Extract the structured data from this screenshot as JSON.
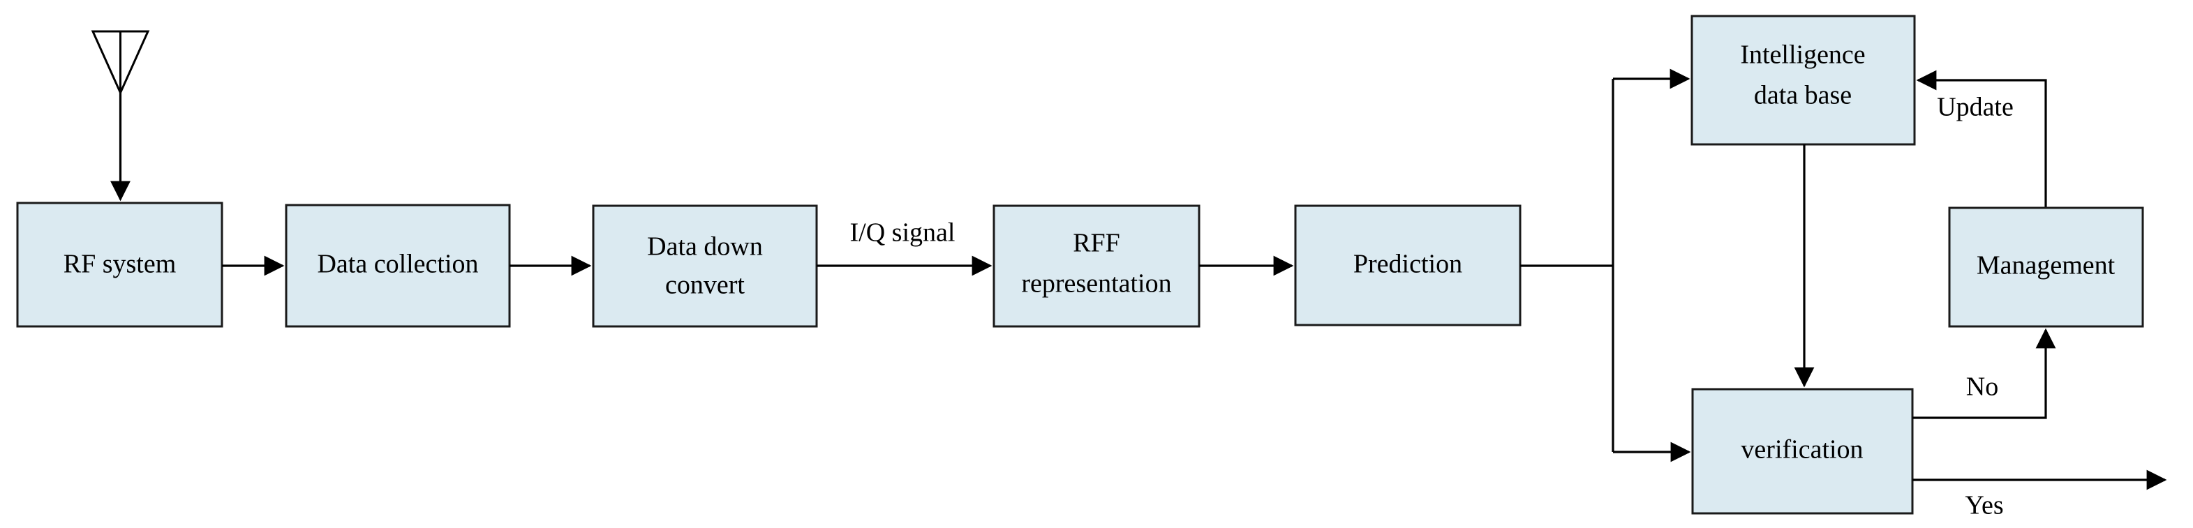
{
  "diagram": {
    "title": "RF fingerprint identification system flow",
    "colors": {
      "box_fill": "#dbeaf1",
      "box_stroke": "#1a1a1a",
      "edge": "#000000",
      "background": "#ffffff",
      "text": "#000000"
    },
    "nodes": [
      {
        "id": "rf-system",
        "label": "RF system",
        "label_line1": "RF system",
        "label_line2": ""
      },
      {
        "id": "data-collection",
        "label": "Data collection",
        "label_line1": "Data collection",
        "label_line2": ""
      },
      {
        "id": "data-down-convert",
        "label": "Data  down convert",
        "label_line1": "Data  down",
        "label_line2": "convert"
      },
      {
        "id": "rff-representation",
        "label": "RFF representation",
        "label_line1": "RFF",
        "label_line2": "representation"
      },
      {
        "id": "prediction",
        "label": "Prediction",
        "label_line1": "Prediction",
        "label_line2": ""
      },
      {
        "id": "intelligence-data-base",
        "label": "Intelligence data base",
        "label_line1": "Intelligence",
        "label_line2": "data base"
      },
      {
        "id": "management",
        "label": "Management",
        "label_line1": "Management",
        "label_line2": ""
      },
      {
        "id": "verification",
        "label": "verification",
        "label_line1": "verification",
        "label_line2": ""
      }
    ],
    "edge_labels": [
      {
        "id": "iq-signal",
        "text": "I/Q signal"
      },
      {
        "id": "update",
        "text": "Update"
      },
      {
        "id": "no",
        "text": "No"
      },
      {
        "id": "yes",
        "text": "Yes"
      }
    ],
    "icons": [
      {
        "id": "antenna",
        "name": "antenna-icon"
      }
    ]
  }
}
